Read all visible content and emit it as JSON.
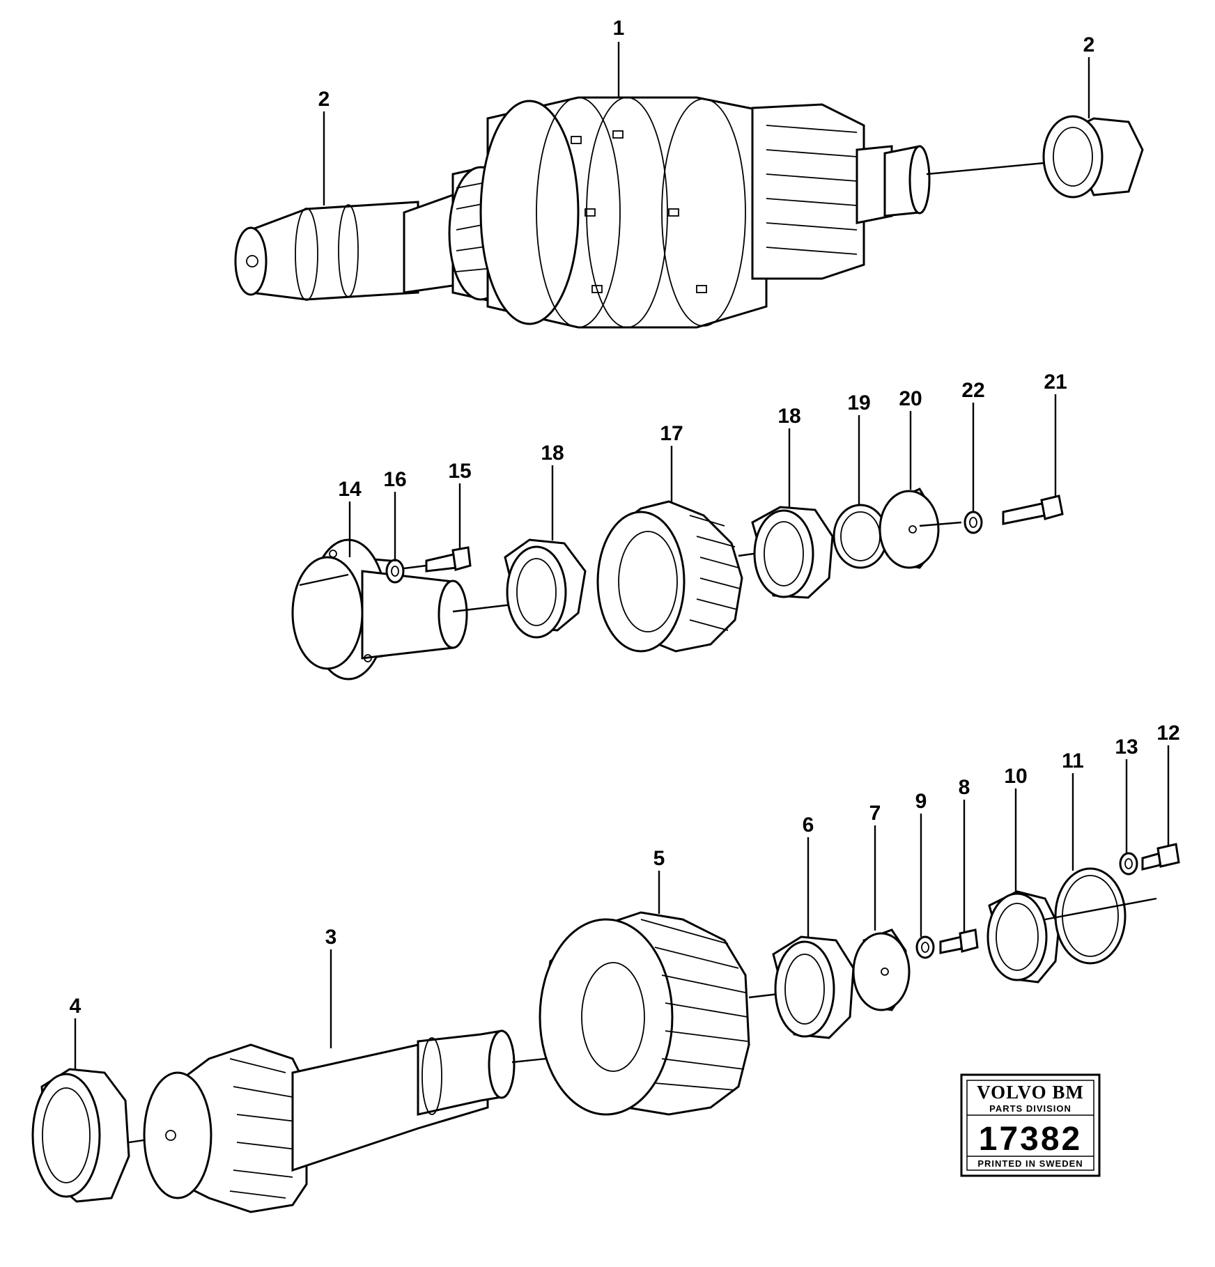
{
  "callouts": {
    "c1": "1",
    "c2a": "2",
    "c2b": "2",
    "c3": "3",
    "c4": "4",
    "c5": "5",
    "c6": "6",
    "c7": "7",
    "c8": "8",
    "c9": "9",
    "c10": "10",
    "c11": "11",
    "c12": "12",
    "c13": "13",
    "c14": "14",
    "c15": "15",
    "c16": "16",
    "c17": "17",
    "c18a": "18",
    "c18b": "18",
    "c19": "19",
    "c20": "20",
    "c21": "21",
    "c22": "22"
  },
  "badge": {
    "brand": "VOLVO BM",
    "division": "PARTS DIVISION",
    "number": "17382",
    "printed": "PRINTED IN SWEDEN"
  }
}
